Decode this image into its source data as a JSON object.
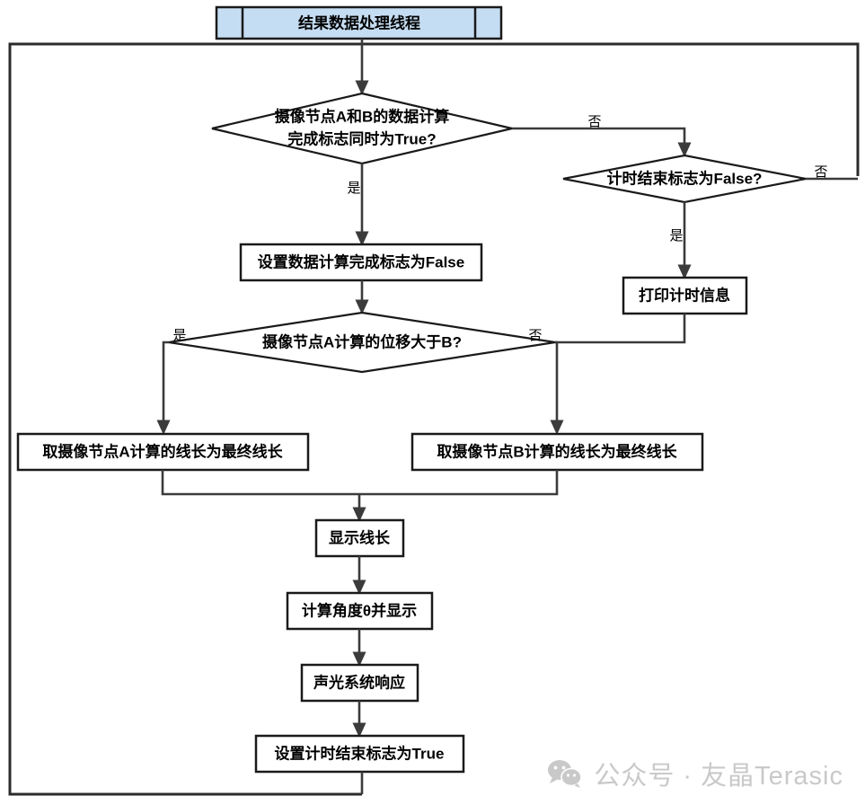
{
  "diagram": {
    "title": "结果数据处理线程",
    "language": "zh-CN",
    "nodes": {
      "header": {
        "label": "结果数据处理线程",
        "shape": "subroutine",
        "fill": "#c5ddf2"
      },
      "d1": {
        "line1": "摄像节点A和B的数据计算",
        "line2": "完成标志同时为True?",
        "shape": "decision"
      },
      "d2": {
        "label": "计时结束标志为False?",
        "shape": "decision"
      },
      "p_print": {
        "label": "打印计时信息",
        "shape": "process"
      },
      "p_setfalse": {
        "label": "设置数据计算完成标志为False",
        "shape": "process"
      },
      "d3": {
        "label": "摄像节点A计算的位移大于B?",
        "shape": "decision"
      },
      "p_takeA": {
        "label": "取摄像节点A计算的线长为最终线长",
        "shape": "process"
      },
      "p_takeB": {
        "label": "取摄像节点B计算的线长为最终线长",
        "shape": "process"
      },
      "p_show": {
        "label": "显示线长",
        "shape": "process"
      },
      "p_angle": {
        "label": "计算角度θ并显示",
        "shape": "process"
      },
      "p_av": {
        "label": "声光系统响应",
        "shape": "process"
      },
      "p_settrue": {
        "label": "设置计时结束标志为True",
        "shape": "process"
      }
    },
    "edge_labels": {
      "d1_no": "否",
      "d1_yes": "是",
      "d2_no": "否",
      "d2_yes": "是",
      "d3_yes": "是",
      "d3_no": "否"
    },
    "colors": {
      "header_fill": "#c5ddf2",
      "stroke": "#1a1a1a",
      "edge": "#3b3b3b",
      "background": "#ffffff",
      "watermark": "#c9c9c9"
    }
  },
  "watermark": {
    "icon": "wechat-icon",
    "text": "公众号 · 友晶Terasic"
  }
}
